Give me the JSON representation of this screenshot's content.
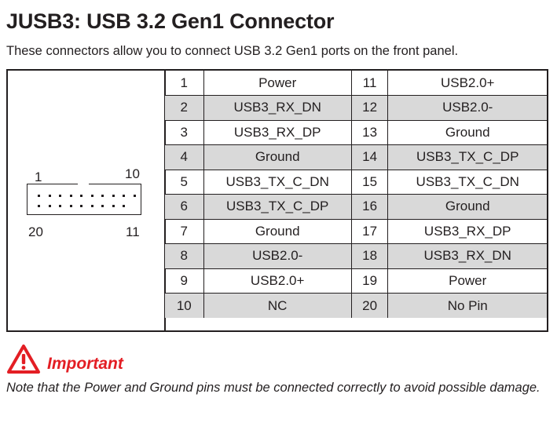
{
  "heading": {
    "title": "JUSB3: USB 3.2 Gen1 Connector",
    "subtitle": "These connectors allow you to connect USB 3.2 Gen1 ports on the front panel."
  },
  "diagram": {
    "label_top_left": "1",
    "label_top_right": "10",
    "label_bottom_left": "20",
    "label_bottom_right": "11"
  },
  "pins": {
    "rows": [
      {
        "a_num": "1",
        "a_sig": "Power",
        "b_num": "11",
        "b_sig": "USB2.0+"
      },
      {
        "a_num": "2",
        "a_sig": "USB3_RX_DN",
        "b_num": "12",
        "b_sig": "USB2.0-"
      },
      {
        "a_num": "3",
        "a_sig": "USB3_RX_DP",
        "b_num": "13",
        "b_sig": "Ground"
      },
      {
        "a_num": "4",
        "a_sig": "Ground",
        "b_num": "14",
        "b_sig": "USB3_TX_C_DP"
      },
      {
        "a_num": "5",
        "a_sig": "USB3_TX_C_DN",
        "b_num": "15",
        "b_sig": "USB3_TX_C_DN"
      },
      {
        "a_num": "6",
        "a_sig": "USB3_TX_C_DP",
        "b_num": "16",
        "b_sig": "Ground"
      },
      {
        "a_num": "7",
        "a_sig": "Ground",
        "b_num": "17",
        "b_sig": "USB3_RX_DP"
      },
      {
        "a_num": "8",
        "a_sig": "USB2.0-",
        "b_num": "18",
        "b_sig": "USB3_RX_DN"
      },
      {
        "a_num": "9",
        "a_sig": "USB2.0+",
        "b_num": "19",
        "b_sig": "Power"
      },
      {
        "a_num": "10",
        "a_sig": "NC",
        "b_num": "20",
        "b_sig": "No Pin"
      }
    ]
  },
  "notice": {
    "icon": "warning-triangle-icon",
    "accent_color": "#e31e24",
    "heading": "Important",
    "text": "Note that the Power and Ground pins must be connected correctly to avoid possible damage."
  },
  "colors": {
    "shaded_row": "#d9d9d9",
    "text": "#231f20"
  }
}
